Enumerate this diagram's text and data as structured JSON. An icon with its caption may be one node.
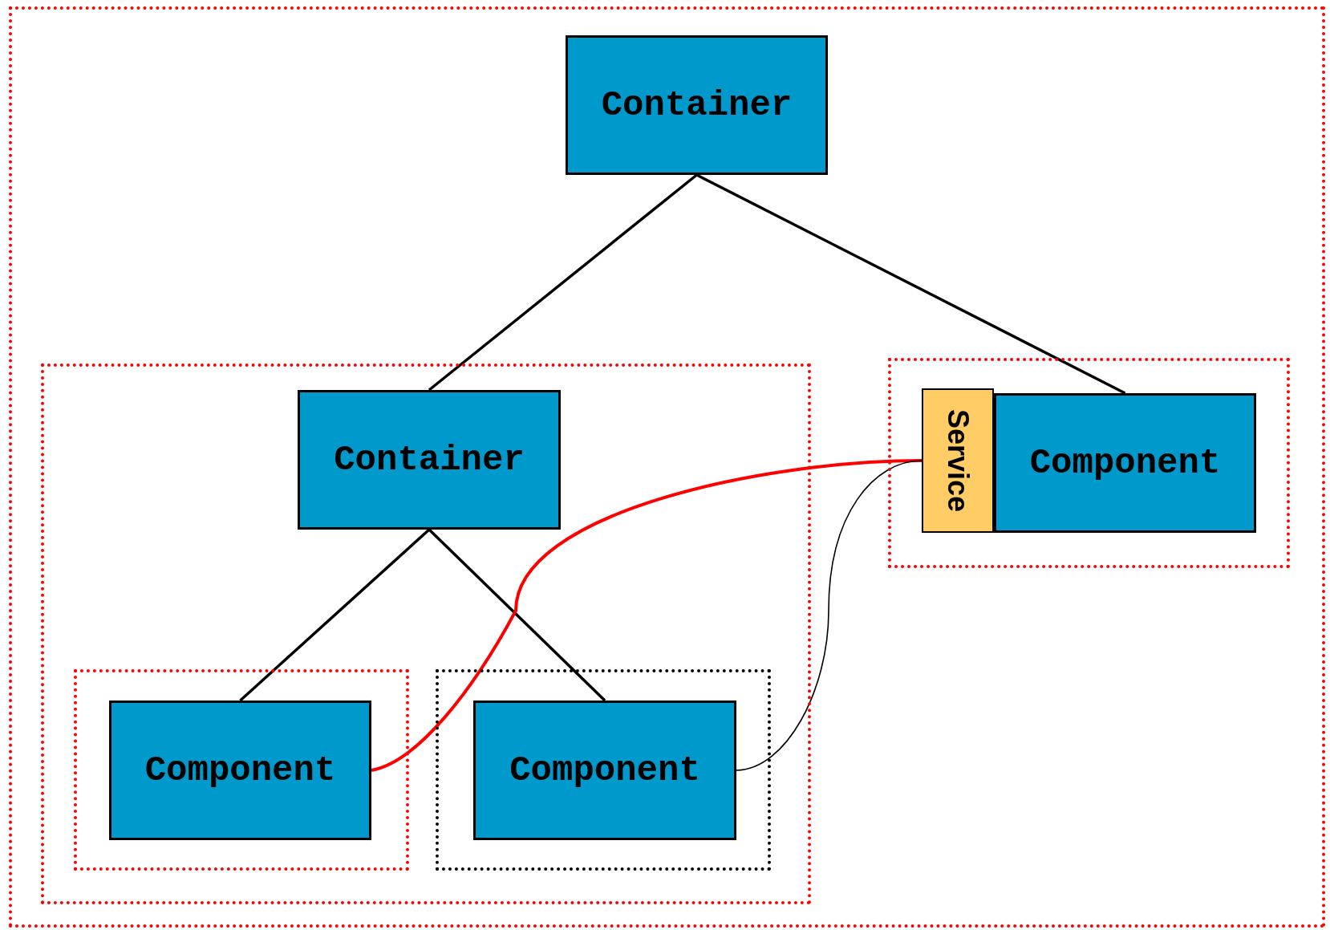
{
  "diagram": {
    "nodes": [
      {
        "text": [],
        "shape": "box"
      },
      {
        "text": [
          "Container"
        ],
        "in": 0
      },
      {
        "text": [],
        "shape": "box",
        "in": 0
      },
      {
        "text": [
          "Container"
        ],
        "in": 2
      },
      {
        "text": [],
        "shape": "box",
        "in": 2
      },
      {
        "text": [
          "Component"
        ],
        "in": 4
      },
      {
        "text": [],
        "shape": "box",
        "in": 2
      },
      {
        "text": [
          "Component"
        ],
        "in": 6
      },
      {
        "text": [],
        "shape": "box",
        "in": 0
      },
      {
        "text": [
          "Service"
        ],
        "in": 8
      },
      {
        "text": [
          "Component"
        ],
        "in": 8
      }
    ],
    "edges": [
      {
        "from": 1,
        "to": 3,
        "arrow": "none"
      },
      {
        "from": 1,
        "to": 10,
        "arrow": "none"
      },
      {
        "from": 3,
        "to": 5,
        "arrow": "none"
      },
      {
        "from": 3,
        "to": 7,
        "arrow": "none"
      },
      {
        "from": 5,
        "to": 9,
        "arrow": "none",
        "color": "#ff0000"
      },
      {
        "from": 7,
        "to": 9,
        "arrow": "none"
      }
    ]
  }
}
